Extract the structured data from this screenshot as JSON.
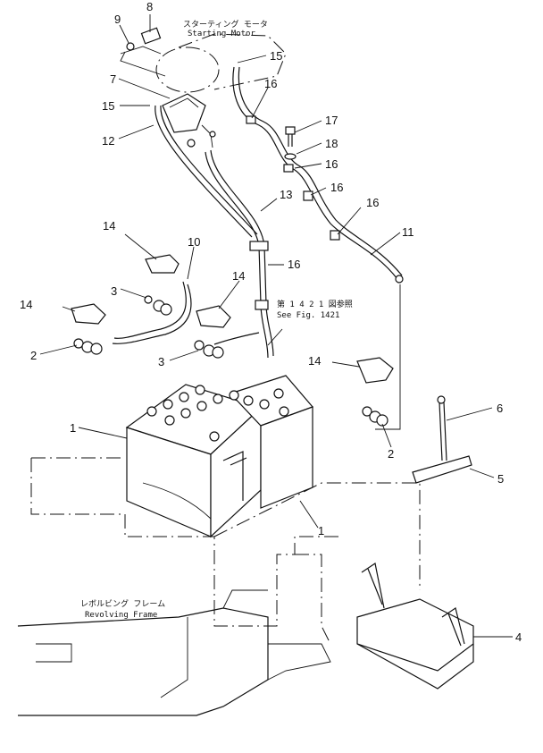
{
  "labels": {
    "starting_motor_jp": "スターティング モータ",
    "starting_motor_en": "Starting Motor",
    "see_fig_jp": "第 1 4 2 1 図参照",
    "see_fig_en": "See Fig. 1421",
    "revolving_frame_jp": "レボルビング フレーム",
    "revolving_frame_en": "Revolving Frame"
  },
  "callouts": [
    "1",
    "1",
    "2",
    "2",
    "3",
    "3",
    "4",
    "5",
    "6",
    "7",
    "8",
    "9",
    "10",
    "11",
    "12",
    "13",
    "14",
    "14",
    "14",
    "14",
    "15",
    "15",
    "16",
    "16",
    "16",
    "16",
    "16",
    "16",
    "17",
    "18"
  ]
}
